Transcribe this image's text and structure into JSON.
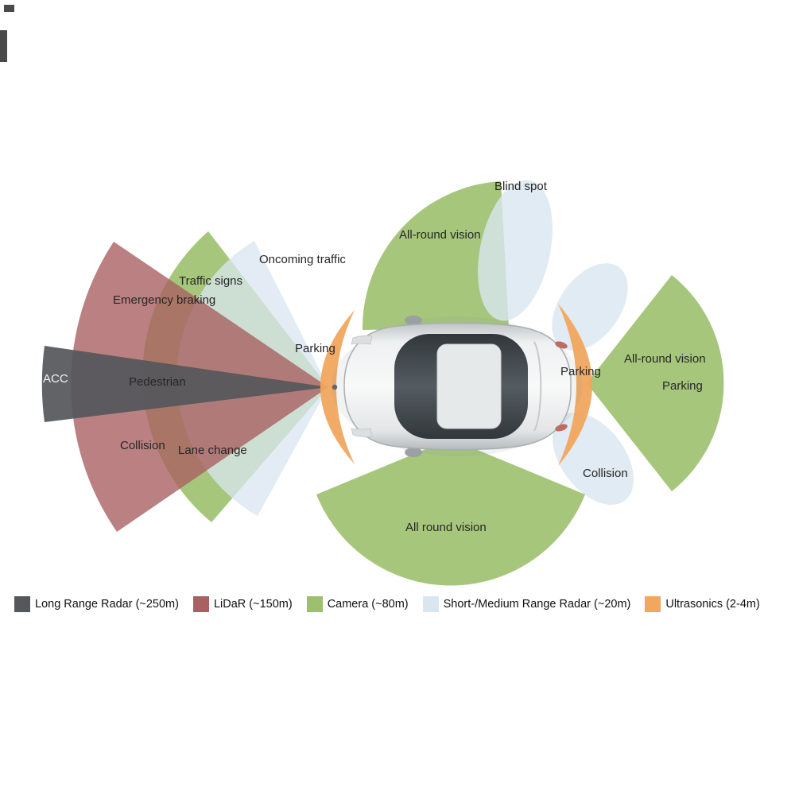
{
  "diagram": {
    "labels": {
      "blind_spot": "Blind spot",
      "all_round_vision_top": "All-round vision",
      "oncoming_traffic": "Oncoming traffic",
      "traffic_signs": "Traffic signs",
      "emergency_braking": "Emergency braking",
      "parking_front": "Parking",
      "acc": "ACC",
      "pedestrian": "Pedestrian",
      "collision_front": "Collision",
      "lane_change": "Lane change",
      "parking_rear": "Parking",
      "all_round_vision_right": "All-round vision",
      "parking_right": "Parking",
      "collision_rear": "Collision",
      "all_round_vision_bottom": "All round vision"
    },
    "colors": {
      "long_range_radar": "#55575b",
      "lidar": "#a96063",
      "camera": "#9cc06d",
      "short_medium_radar": "#d9e6f0",
      "ultrasonics": "#f1a75e"
    }
  },
  "legend": {
    "items": [
      {
        "label": "Long Range Radar (~250m)",
        "color": "#55575b"
      },
      {
        "label": "LiDaR (~150m)",
        "color": "#a96063"
      },
      {
        "label": "Camera (~80m)",
        "color": "#9cc06d"
      },
      {
        "label": "Short-/Medium Range Radar (~20m)",
        "color": "#d9e6f0"
      },
      {
        "label": "Ultrasonics (2-4m)",
        "color": "#f1a75e"
      }
    ]
  }
}
